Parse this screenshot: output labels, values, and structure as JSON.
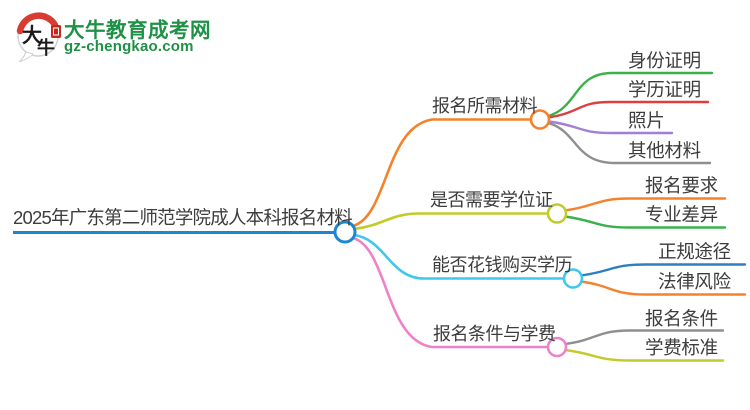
{
  "logo": {
    "icon_char_1": "大",
    "icon_char_2": "牛",
    "brand": "大牛教育成考网",
    "domain": "gz-chengkao.com",
    "brand_color": "#1e9146"
  },
  "root": {
    "label": "2025年广东第二师范学院成人本科报名材料",
    "color": "#1b87d3"
  },
  "branches": [
    {
      "label": "报名所需材料",
      "color": "#f5822a",
      "children": [
        {
          "label": "身份证明",
          "color": "#3cb04b"
        },
        {
          "label": "学历证明",
          "color": "#dd3e3e"
        },
        {
          "label": "照片",
          "color": "#a47fd6"
        },
        {
          "label": "其他材料",
          "color": "#8f8f8f"
        }
      ]
    },
    {
      "label": "是否需要学位证",
      "color": "#c2cb2a",
      "children": [
        {
          "label": "报名要求",
          "color": "#f5822a"
        },
        {
          "label": "专业差异",
          "color": "#3cb04b"
        }
      ]
    },
    {
      "label": "能否花钱购买学历",
      "color": "#41c7ec",
      "children": [
        {
          "label": "正规途径",
          "color": "#2e7fc1"
        },
        {
          "label": "法律风险",
          "color": "#f5822a"
        }
      ]
    },
    {
      "label": "报名条件与学费",
      "color": "#ee82c8",
      "children": [
        {
          "label": "报名条件",
          "color": "#8f8f8f"
        },
        {
          "label": "学费标准",
          "color": "#c2cb2a"
        }
      ]
    }
  ]
}
